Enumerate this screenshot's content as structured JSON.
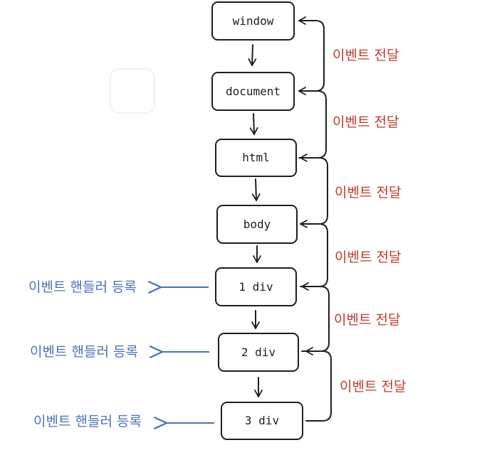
{
  "colors": {
    "stroke": "#1e1e1e",
    "propagation": "#c0392b",
    "handler": "#4a72b8",
    "ghost": "#eeeeee"
  },
  "nodes": [
    {
      "id": "window",
      "label": "window"
    },
    {
      "id": "document",
      "label": "document"
    },
    {
      "id": "html",
      "label": "html"
    },
    {
      "id": "body",
      "label": "body"
    },
    {
      "id": "div1",
      "label": "1 div"
    },
    {
      "id": "div2",
      "label": "2 div"
    },
    {
      "id": "div3",
      "label": "3 div"
    }
  ],
  "propagation_labels": [
    "이벤트 전달",
    "이벤트 전달",
    "이벤트 전달",
    "이벤트 전달",
    "이벤트 전달",
    "이벤트 전달"
  ],
  "handler_labels": [
    {
      "node": "div1",
      "label": "이벤트 핸들러 등록"
    },
    {
      "node": "div2",
      "label": "이벤트 핸들러 등록"
    },
    {
      "node": "div3",
      "label": "이벤트 핸들러 등록"
    }
  ]
}
